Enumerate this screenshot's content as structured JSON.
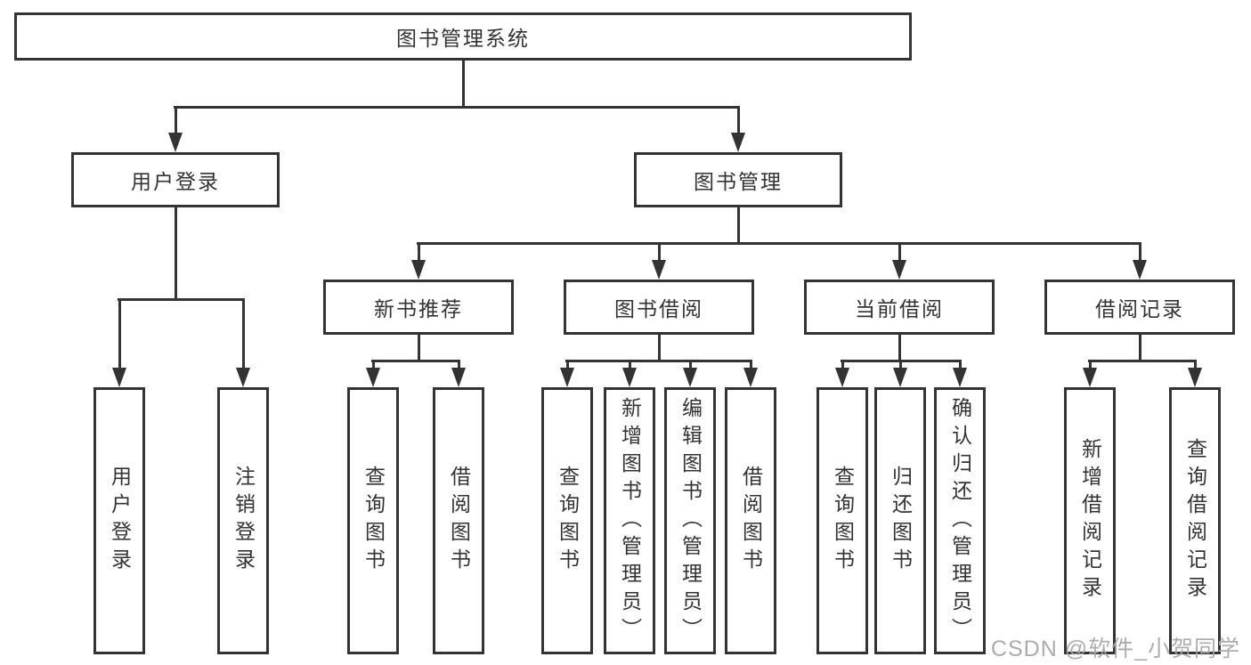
{
  "tree": {
    "label": "图书管理系统",
    "children": [
      {
        "label": "用户登录",
        "children": [
          {
            "label": "用户登录"
          },
          {
            "label": "注销登录"
          }
        ]
      },
      {
        "label": "图书管理",
        "children": [
          {
            "label": "新书推荐",
            "children": [
              {
                "label": "查询图书"
              },
              {
                "label": "借阅图书"
              }
            ]
          },
          {
            "label": "图书借阅",
            "children": [
              {
                "label": "查询图书"
              },
              {
                "label": "新增图书（管理员）"
              },
              {
                "label": "编辑图书（管理员）"
              },
              {
                "label": "借阅图书"
              }
            ]
          },
          {
            "label": "当前借阅",
            "children": [
              {
                "label": "查询图书"
              },
              {
                "label": "归还图书"
              },
              {
                "label": "确认归还（管理员）"
              }
            ]
          },
          {
            "label": "借阅记录",
            "children": [
              {
                "label": "新增借阅记录"
              },
              {
                "label": "查询借阅记录"
              }
            ]
          }
        ]
      }
    ]
  },
  "watermark": {
    "text": "CSDN @软件_小贺同学"
  },
  "colors": {
    "line": "#333333",
    "box_border": "#333333",
    "text": "#333333",
    "background": "#ffffff",
    "watermark": "#a5a5a5"
  }
}
